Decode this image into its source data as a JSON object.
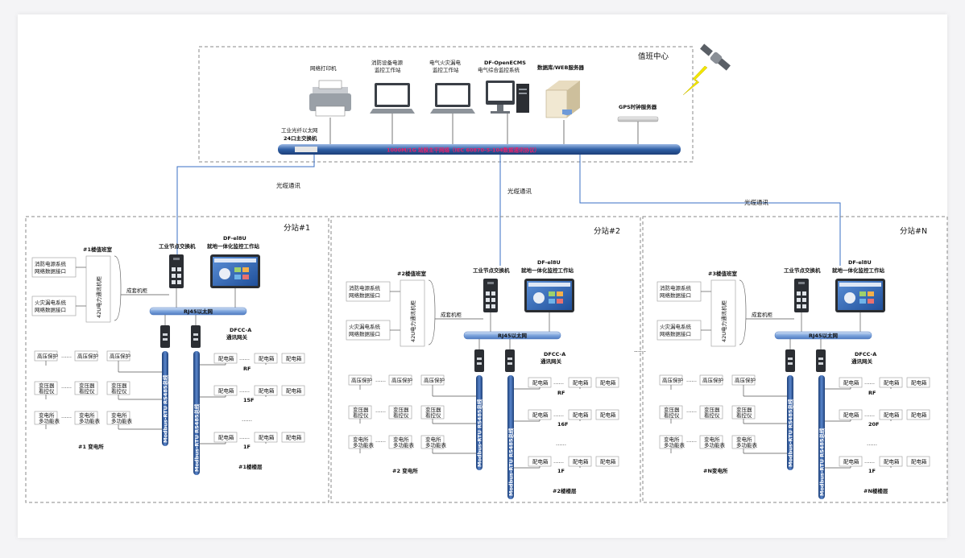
{
  "center": {
    "title": "值班中心",
    "printer": "网络打印机",
    "fire_ws_1": "消防设备电源",
    "fire_ws_2": "监控工作站",
    "elec_fire_ws_1": "电气火灾漏电",
    "elec_fire_ws_2": "监控工作站",
    "ecms_1": "DF-OpenECMS",
    "ecms_2": "电气综合监控系统",
    "server": "数据库/WEB服务器",
    "gps": "GPS时钟服务器",
    "main_switch_1": "工业光纤以太网",
    "main_switch_2": "24口主交换机",
    "bus_label": "1000M/1G 站股主干网络（IEC 60870-5-104数据通讯协议）"
  },
  "links": {
    "fiber_1": "光缆通讯",
    "fiber_2": "光缆通讯",
    "fiber_3": "光缆通讯"
  },
  "stations": [
    {
      "title": "分站#1",
      "room": "#1楼值班室",
      "iface_1a": "消防电源系统",
      "iface_1b": "网络数据接口",
      "iface_2a": "火灾漏电系统",
      "iface_2b": "网络数据接口",
      "cabinet": "42U电力通讯机柜",
      "screen_cab": "成套机柜",
      "switch": "工业节点交换机",
      "ws_1": "DF-el8U",
      "ws_2": "就地一体化监控工作站",
      "rj45": "RJ45以太网",
      "gateway_1": "DFCC-A",
      "gateway_2": "通讯网关",
      "bus_a": "Modbus-RTU RS485总线",
      "bus_b": "Modbus-RTU RS485总线",
      "sub_label": "#1 变电所",
      "bld_label": "#1楼楼层",
      "floor_top": "RF",
      "floor_mid": "15F",
      "floor_bot": "1F"
    },
    {
      "title": "分站#2",
      "room": "#2楼值班室",
      "iface_1a": "消防电源系统",
      "iface_1b": "网络数据接口",
      "iface_2a": "火灾漏电系统",
      "iface_2b": "网络数据接口",
      "cabinet": "42U电力通讯机柜",
      "screen_cab": "成套机柜",
      "switch": "工业节点交换机",
      "ws_1": "DF-el8U",
      "ws_2": "就地一体化监控工作站",
      "rj45": "RJ45以太网",
      "gateway_1": "DFCC-A",
      "gateway_2": "通讯网关",
      "bus_a": "Modbus-RTU RS485总线",
      "bus_b": "Modbus-RTU RS485总线",
      "sub_label": "#2 变电所",
      "bld_label": "#2楼楼层",
      "floor_top": "RF",
      "floor_mid": "16F",
      "floor_bot": "1F"
    },
    {
      "title": "分站#N",
      "room": "#3楼值班室",
      "iface_1a": "消防电源系统",
      "iface_1b": "网络数据接口",
      "iface_2a": "火灾漏电系统",
      "iface_2b": "网络数据接口",
      "cabinet": "42U电力通讯机柜",
      "screen_cab": "成套机柜",
      "switch": "工业节点交换机",
      "ws_1": "DF-el8U",
      "ws_2": "就地一体化监控工作站",
      "rj45": "RJ45以太网",
      "gateway_1": "DFCC-A",
      "gateway_2": "通讯网关",
      "bus_a": "Modbus-RTU RS485总线",
      "bus_b": "Modbus-RTU RS485总线",
      "sub_label": "#N变电所",
      "bld_label": "#N楼楼层",
      "floor_top": "RF",
      "floor_mid": "20F",
      "floor_bot": "1F"
    }
  ],
  "devices": {
    "hv": "高压保护",
    "tx_1": "变压器",
    "tx_2": "看控仪",
    "mm_1": "变电所",
    "mm_2": "多功能表",
    "box": "配电箱",
    "dots": "……",
    "between": "……"
  },
  "colors": {
    "fiber": "#3a6fc4",
    "bus_fill": "#2f5fa5",
    "bus_text": "#e8206a",
    "frame": "#888888"
  }
}
